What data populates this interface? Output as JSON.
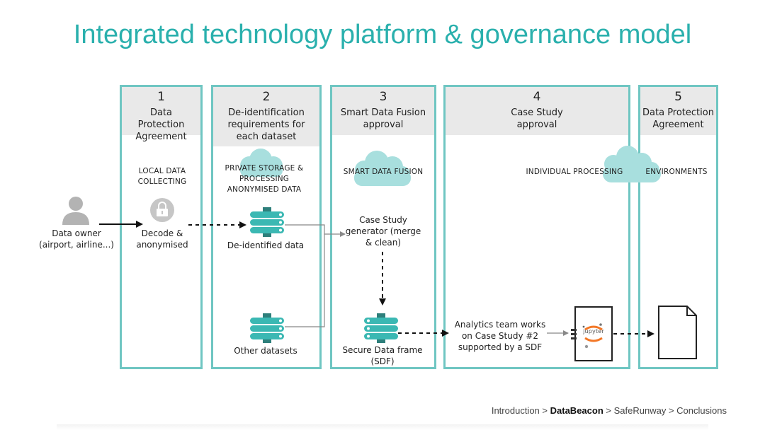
{
  "title": "Integrated technology platform & governance model",
  "columns": [
    {
      "num": "1",
      "title": "Data Protection Agreement"
    },
    {
      "num": "2",
      "title": "De-identification requirements for each dataset"
    },
    {
      "num": "3",
      "title": "Smart Data Fusion approval"
    },
    {
      "num": "4",
      "title": "Case Study approval"
    },
    {
      "num": "5",
      "title": "Data Protection Agreement"
    }
  ],
  "labels": {
    "data_owner": "Data owner",
    "data_owner_sub": "(airport, airline...)",
    "local_collecting": "LOCAL DATA COLLECTING",
    "decode": "Decode & anonymised",
    "private_storage": "PRIVATE STORAGE & PROCESSING ANONYMISED DATA",
    "deidentified": "De-identified data",
    "other_datasets": "Other datasets",
    "smart_fusion": "SMART DATA FUSION",
    "generator": "Case Study generator (merge & clean)",
    "sdf": "Secure Data frame (SDF)",
    "individual": "INDIVIDUAL PROCESSING",
    "analytics": "Analytics team works on Case Study #2 supported by a SDF",
    "jupyter": "jupyter",
    "environments": "ENVIRONMENTS"
  },
  "nav": {
    "item1": "Introduction",
    "sep": ">",
    "current": "DataBeacon",
    "item3": "SafeRunway",
    "item4": "Conclusions"
  },
  "colors": {
    "accent": "#2ab0ad",
    "border": "#6fc6c2",
    "cloud": "#a8dfde",
    "server": "#3bb8b3",
    "header_bg": "#e9e9e9"
  }
}
